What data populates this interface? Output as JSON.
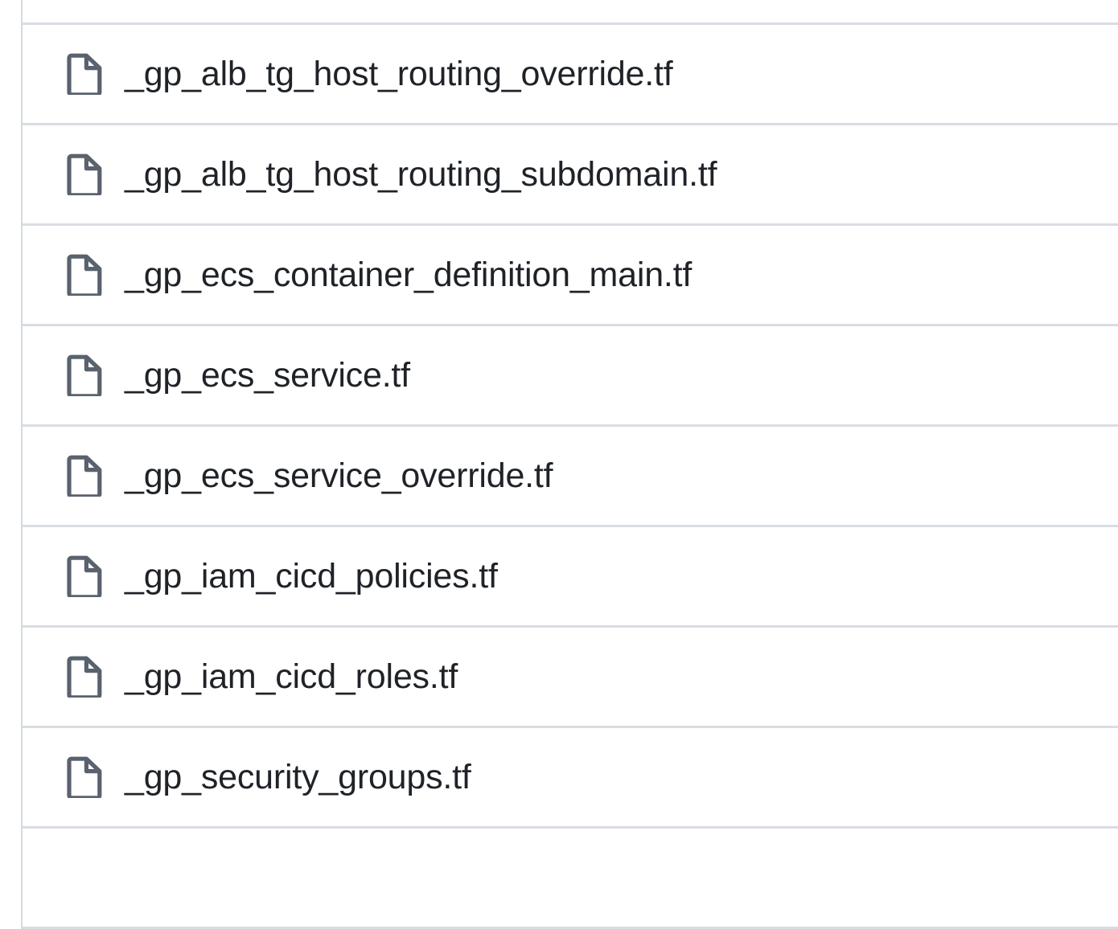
{
  "file_list": {
    "icon_name": "file-icon",
    "colors": {
      "text": "#1f2328",
      "icon_stroke": "#59626d",
      "row_divider": "#d8dde3",
      "container_border": "#d5dae0",
      "background": "#ffffff"
    },
    "rows": [
      {
        "name": "_gp_alb_tg_host_routing_override.tf"
      },
      {
        "name": "_gp_alb_tg_host_routing_subdomain.tf"
      },
      {
        "name": "_gp_ecs_container_definition_main.tf"
      },
      {
        "name": "_gp_ecs_service.tf"
      },
      {
        "name": "_gp_ecs_service_override.tf"
      },
      {
        "name": "_gp_iam_cicd_policies.tf"
      },
      {
        "name": "_gp_iam_cicd_roles.tf"
      },
      {
        "name": "_gp_security_groups.tf"
      }
    ]
  }
}
